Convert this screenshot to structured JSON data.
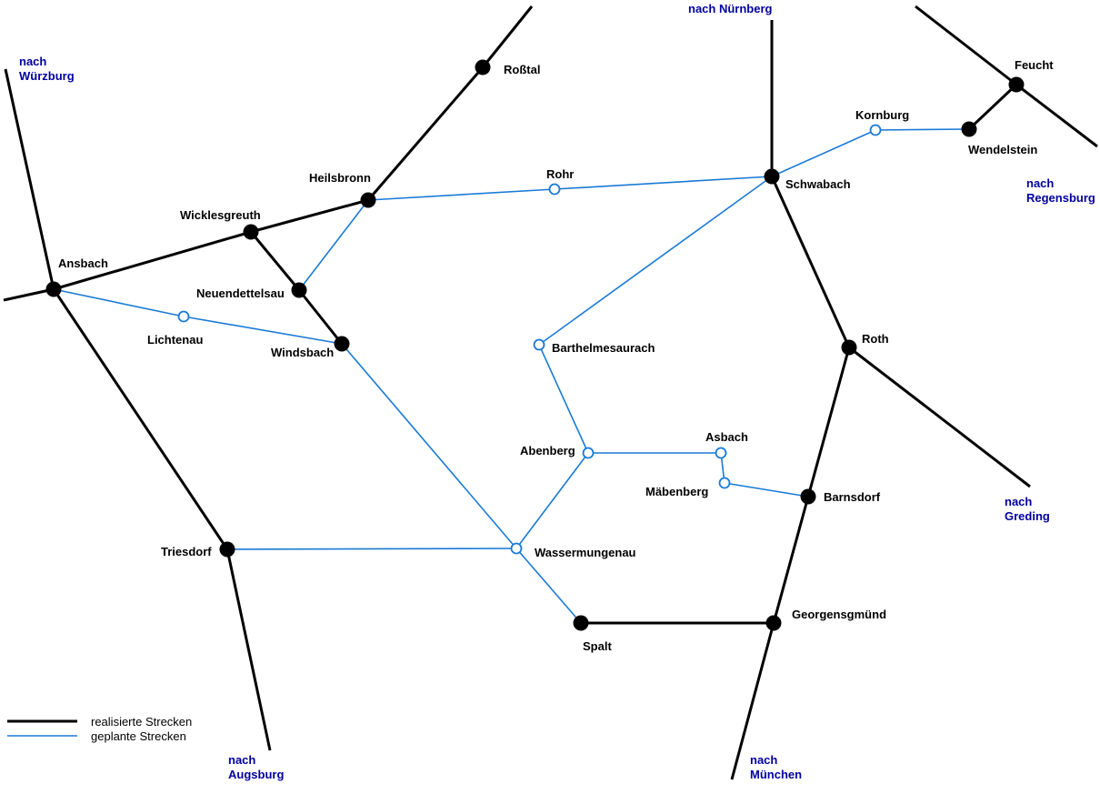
{
  "colors": {
    "realized": "#000000",
    "planned": "#1a7ad6",
    "direction_text": "#0000a0"
  },
  "stations": {
    "rosstal": "Roßtal",
    "heilsbronn": "Heilsbronn",
    "wicklesgreuth": "Wicklesgreuth",
    "ansbach": "Ansbach",
    "neuendettelsau": "Neuendettelsau",
    "windsbach": "Windsbach",
    "lichtenau": "Lichtenau",
    "rohr": "Rohr",
    "schwabach": "Schwabach",
    "kornburg": "Kornburg",
    "feucht": "Feucht",
    "wendelstein": "Wendelstein",
    "roth": "Roth",
    "barthelmesaurach": "Barthelmesaurach",
    "abenberg": "Abenberg",
    "asbach": "Asbach",
    "maebenberg": "Mäbenberg",
    "barnsdorf": "Barnsdorf",
    "wassermungenau": "Wassermungenau",
    "triesdorf": "Triesdorf",
    "spalt": "Spalt",
    "georgensgmuend": "Georgensgmünd"
  },
  "directions": {
    "wuerzburg": {
      "line1": "nach",
      "line2": "Würzburg"
    },
    "nuernberg": {
      "line1": "nach Nürnberg"
    },
    "regensburg": {
      "line1": "nach",
      "line2": "Regensburg"
    },
    "greding": {
      "line1": "nach",
      "line2": "Greding"
    },
    "augsburg": {
      "line1": "nach",
      "line2": "Augsburg"
    },
    "muenchen": {
      "line1": "nach",
      "line2": "München"
    }
  },
  "legend": {
    "realized_label": "realisierte Strecken",
    "planned_label": "geplante Strecken"
  }
}
